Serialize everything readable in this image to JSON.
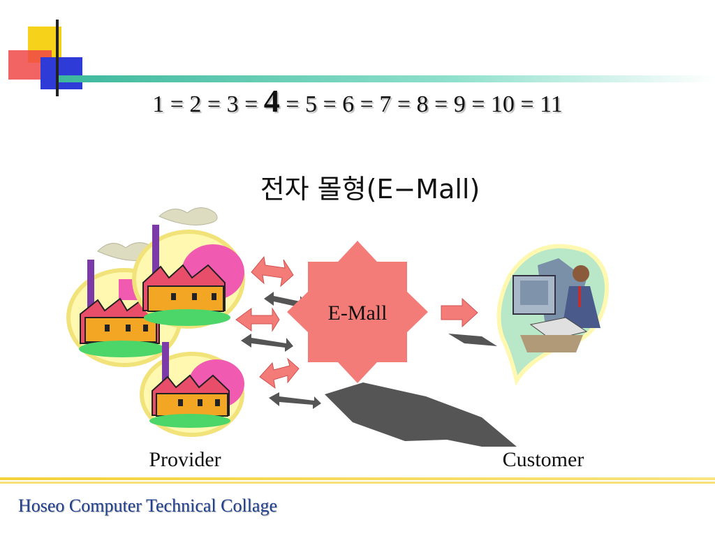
{
  "nav": {
    "items": [
      "1",
      "=",
      "2",
      "=",
      "3",
      "=",
      "4",
      "=",
      "5",
      "=",
      "6",
      "=",
      "7",
      "=",
      "8",
      "=",
      "9",
      "=",
      "10",
      "=",
      "11"
    ],
    "current": "4"
  },
  "title": "전자 몰형(E−Mall)",
  "diagram": {
    "center_label": "E-Mall",
    "left_label": "Provider",
    "right_label": "Customer"
  },
  "footer": "Hoseo Computer Technical Collage",
  "colors": {
    "accent_blue": "#2e3bd6",
    "accent_yellow": "#f7d21a",
    "accent_red": "#f04848",
    "teal_line": "#40c0a8",
    "star_fill": "#f47c78",
    "shadow_gray": "#555555",
    "footer_text": "#1f3f8f"
  }
}
